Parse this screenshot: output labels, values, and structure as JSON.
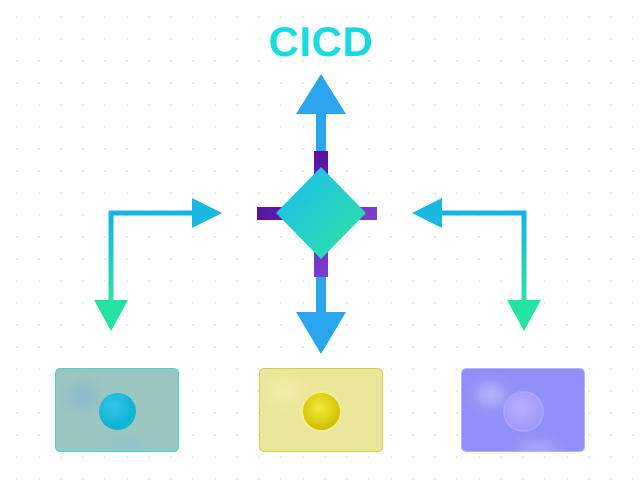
{
  "diagram": {
    "title": "CICD",
    "colors": {
      "title_gradient": [
        "#12d7c8",
        "#1ab9f0"
      ],
      "arrow_blue": "#2aa6ee",
      "arrow_cyan": "#1ab8e0",
      "arrow_green": "#25e3a0",
      "cross_purple": "#5f1fa6",
      "diamond_gradient": [
        "#1ab9f0",
        "#2ee6a0"
      ],
      "card_teal": "#9cc6c1",
      "card_yellow": "#ebe79a",
      "card_violet": "#8f8ff7"
    },
    "nodes": [
      {
        "id": "hub",
        "shape": "diamond-icon"
      },
      {
        "id": "left-card",
        "shape": "rounded-rectangle",
        "accent": "#0fb3d6"
      },
      {
        "id": "center-card",
        "shape": "rounded-rectangle",
        "accent": "#d8c90d"
      },
      {
        "id": "right-card",
        "shape": "rounded-rectangle",
        "accent": "#a49cff"
      }
    ],
    "edges": [
      {
        "from": "hub",
        "to": "title",
        "direction": "up"
      },
      {
        "from": "hub",
        "to": "center-card",
        "direction": "down"
      },
      {
        "from": "left-card",
        "to": "hub",
        "direction": "right"
      },
      {
        "from": "right-card",
        "to": "hub",
        "direction": "left"
      }
    ]
  }
}
